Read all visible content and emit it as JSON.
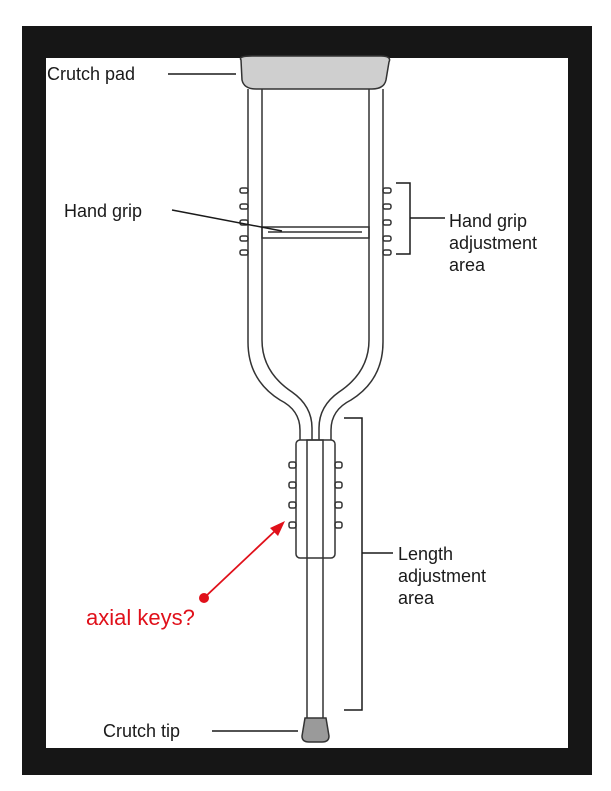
{
  "labels": {
    "crutch_pad": "Crutch pad",
    "hand_grip": "Hand grip",
    "hand_grip_adjustment": [
      "Hand grip",
      "adjustment",
      "area"
    ],
    "length_adjustment": [
      "Length",
      "adjustment",
      "area"
    ],
    "crutch_tip": "Crutch tip"
  },
  "annotation": {
    "text": "axial keys?",
    "color": "#e0101a"
  },
  "colors": {
    "frame": "#161616",
    "background": "#ffffff",
    "line": "#333333",
    "pad_fill": "#cfcfcf",
    "tip_fill": "#9a9a9a"
  }
}
